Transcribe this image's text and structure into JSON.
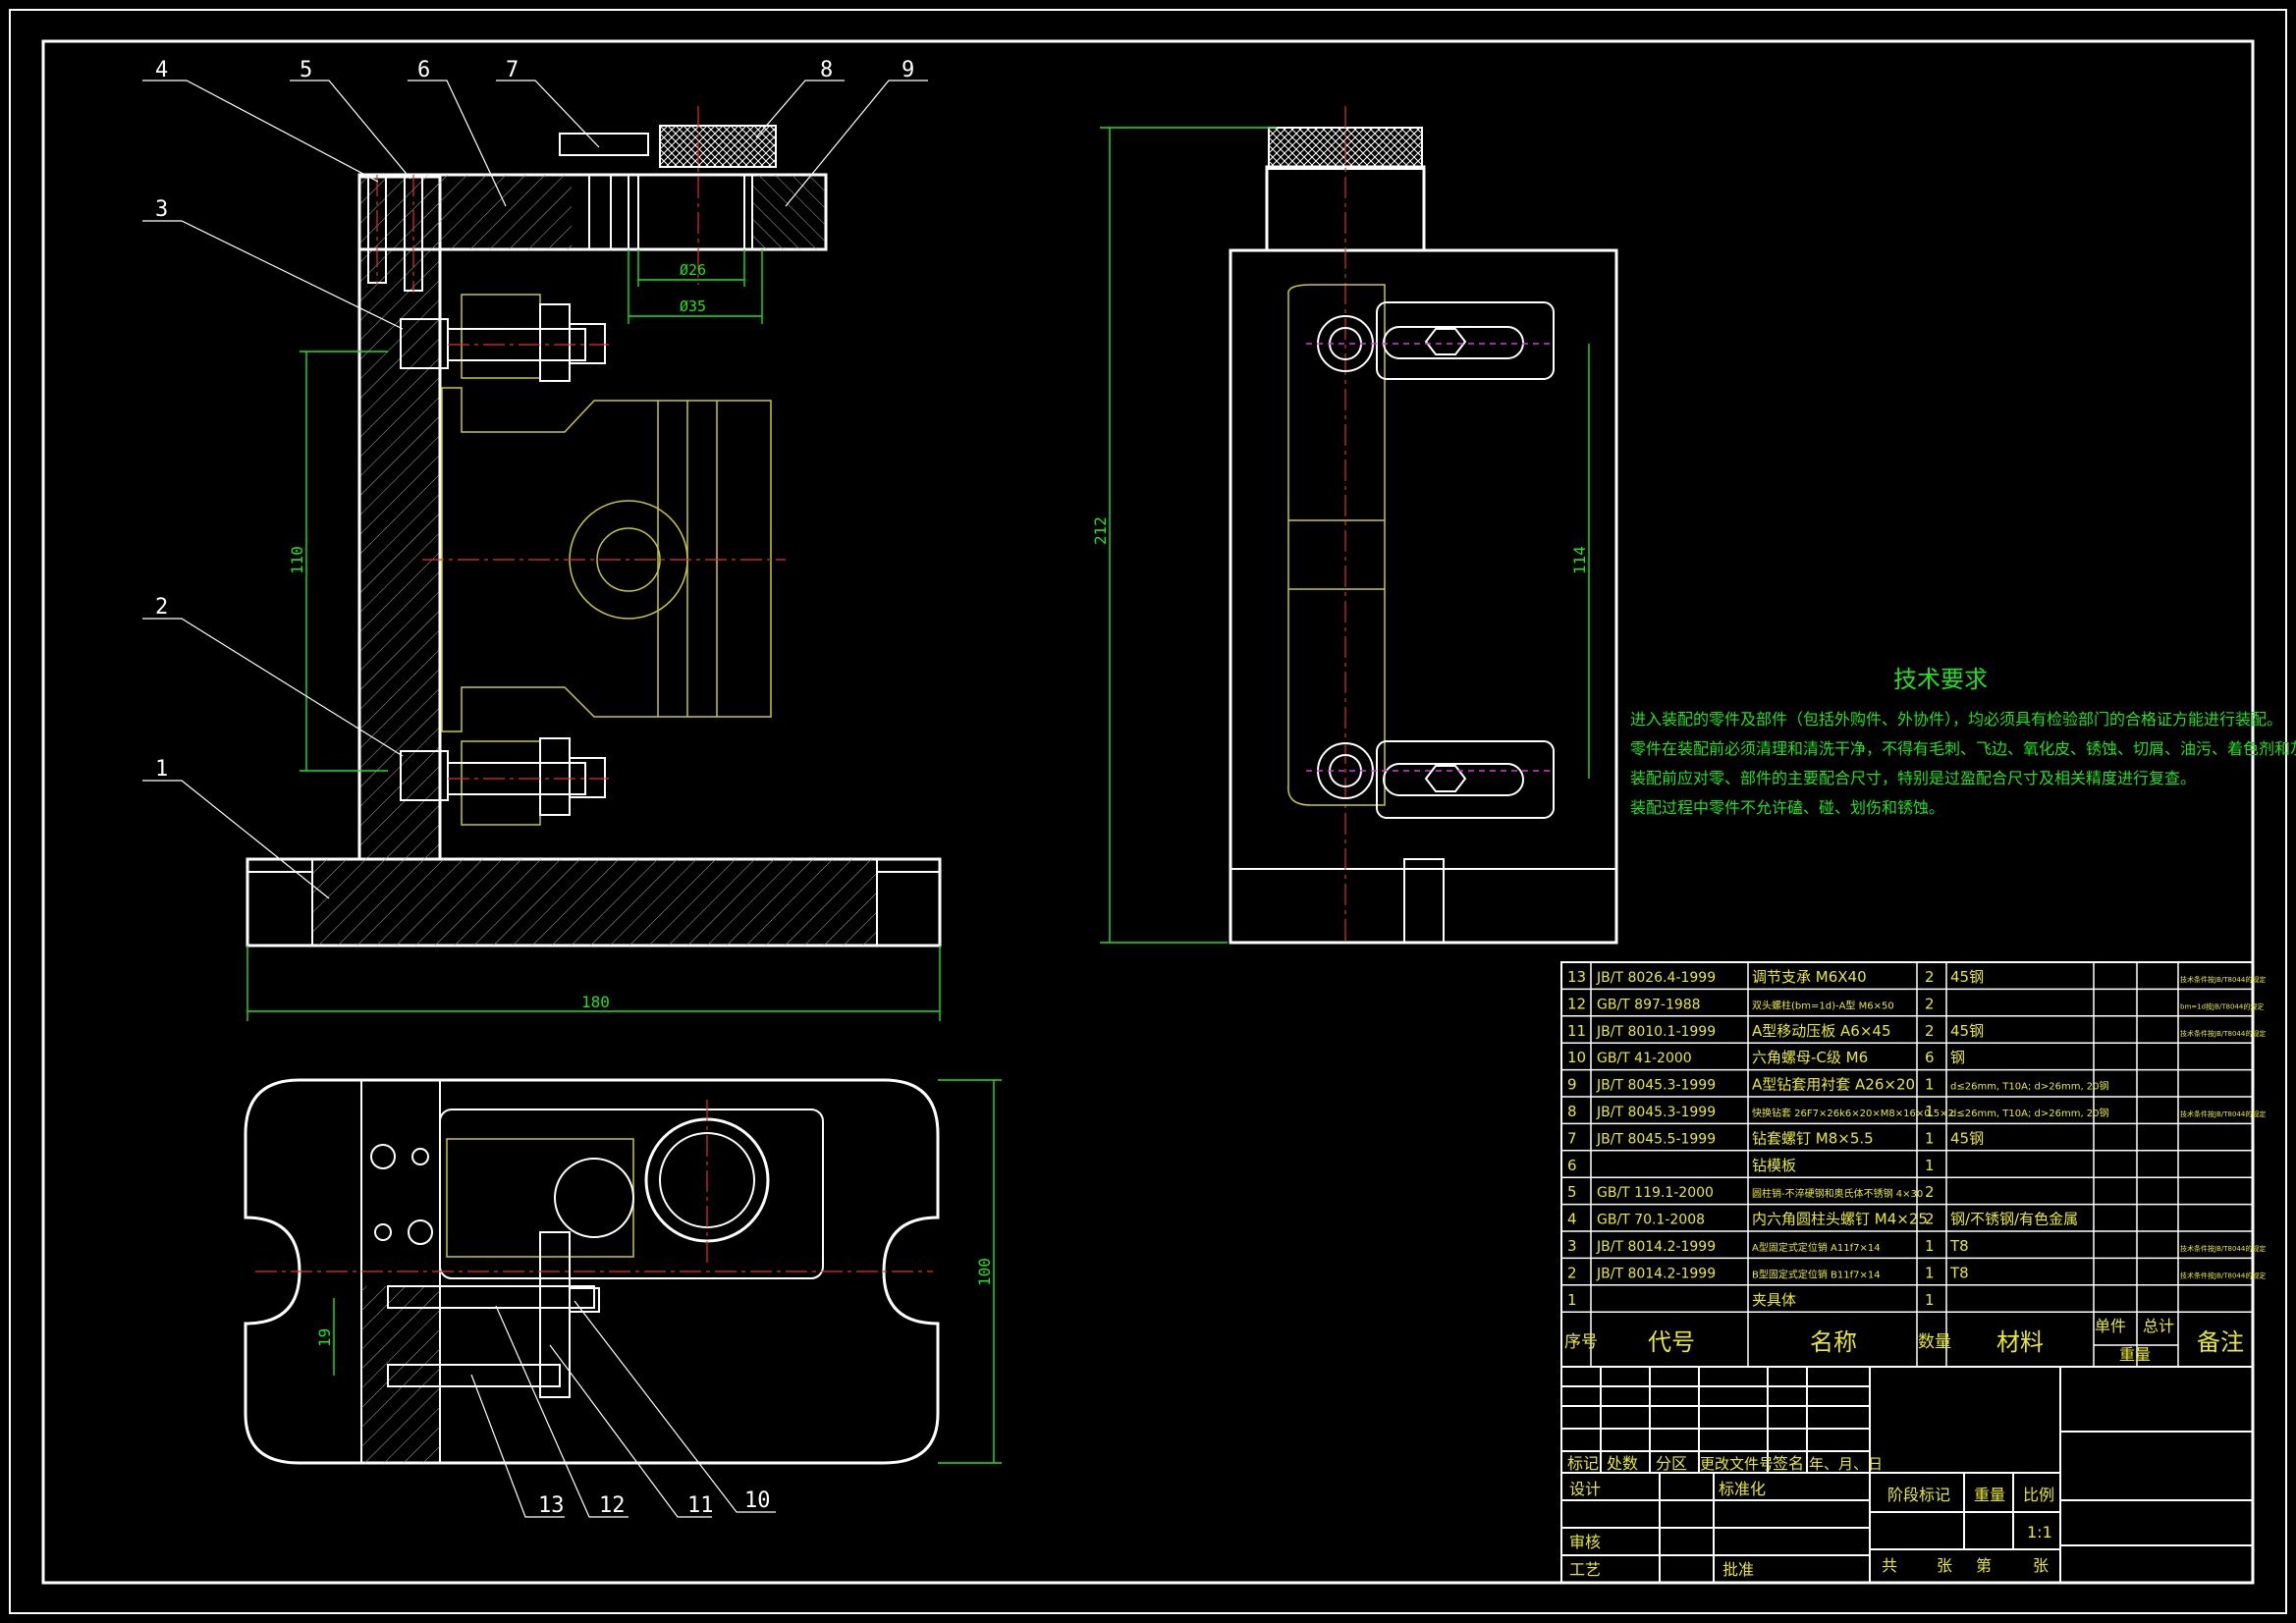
{
  "balloons": [
    "1",
    "2",
    "3",
    "4",
    "5",
    "6",
    "7",
    "8",
    "9",
    "10",
    "11",
    "12",
    "13"
  ],
  "dimensions": {
    "d26": "Ø26",
    "d35": "Ø35",
    "v110": "110",
    "h180": "180",
    "v212": "212",
    "v114": "114",
    "v100": "100",
    "v19": "19"
  },
  "tech": {
    "title": "技术要求",
    "lines": [
      "进入装配的零件及部件（包括外购件、外协件），均必须具有检验部门的合格证方能进行装配。",
      "零件在装配前必须清理和清洗干净，不得有毛刺、飞边、氧化皮、锈蚀、切屑、油污、着色剂和灰尘等。",
      "装配前应对零、部件的主要配合尺寸，特别是过盈配合尺寸及相关精度进行复查。",
      "装配过程中零件不允许磕、碰、划伤和锈蚀。"
    ]
  },
  "bom": {
    "rows": [
      {
        "no": "13",
        "code": "JB/T 8026.4-1999",
        "name": "调节支承 M6X40",
        "qty": "2",
        "mat": "45钢",
        "note": "技术条件按JB/T8044的规定"
      },
      {
        "no": "12",
        "code": "GB/T 897-1988",
        "name": "双头螺柱(bm=1d)-A型 M6×50",
        "qty": "2",
        "mat": "",
        "note": "bm=1d按JB/T8044的规定"
      },
      {
        "no": "11",
        "code": "JB/T 8010.1-1999",
        "name": "A型移动压板 A6×45",
        "qty": "2",
        "mat": "45钢",
        "note": "技术条件按JB/T8044的规定"
      },
      {
        "no": "10",
        "code": "GB/T 41-2000",
        "name": "六角螺母-C级 M6",
        "qty": "6",
        "mat": "钢",
        "note": ""
      },
      {
        "no": "9",
        "code": "JB/T 8045.3-1999",
        "name": "A型钻套用衬套 A26×20",
        "qty": "1",
        "mat": "d≤26mm, T10A; d>26mm, 20钢",
        "note": ""
      },
      {
        "no": "8",
        "code": "JB/T 8045.3-1999",
        "name": "快换钻套 26F7×26k6×20×M8×16×0.5×2",
        "qty": "1",
        "mat": "d≤26mm, T10A; d>26mm, 20钢",
        "note": "技术条件按JB/T8044的规定"
      },
      {
        "no": "7",
        "code": "JB/T 8045.5-1999",
        "name": "钻套螺钉 M8×5.5",
        "qty": "1",
        "mat": "45钢",
        "note": ""
      },
      {
        "no": "6",
        "code": "",
        "name": "钻模板",
        "qty": "1",
        "mat": "",
        "note": ""
      },
      {
        "no": "5",
        "code": "GB/T 119.1-2000",
        "name": "圆柱销-不淬硬钢和奥氏体不锈钢 4×30",
        "qty": "2",
        "mat": "",
        "note": ""
      },
      {
        "no": "4",
        "code": "GB/T 70.1-2008",
        "name": "内六角圆柱头螺钉 M4×25",
        "qty": "2",
        "mat": "钢/不锈钢/有色金属",
        "note": ""
      },
      {
        "no": "3",
        "code": "JB/T 8014.2-1999",
        "name": "A型固定式定位销 A11f7×14",
        "qty": "1",
        "mat": "T8",
        "note": "技术条件按JB/T8044的规定"
      },
      {
        "no": "2",
        "code": "JB/T 8014.2-1999",
        "name": "B型固定式定位销 B11f7×14",
        "qty": "1",
        "mat": "T8",
        "note": "技术条件按JB/T8044的规定"
      },
      {
        "no": "1",
        "code": "",
        "name": "夹具体",
        "qty": "1",
        "mat": "",
        "note": ""
      }
    ],
    "header": {
      "no": "序号",
      "code": "代号",
      "name": "名称",
      "qty": "数量",
      "mat": "材料",
      "single": "单件",
      "total": "总计",
      "weight": "重量",
      "note": "备注"
    }
  },
  "title_block": {
    "mark": "标记",
    "count": "处数",
    "zone": "分区",
    "docno": "更改文件号",
    "sign": "签名",
    "date": "年、月、日",
    "design": "设计",
    "standard": "标准化",
    "stage": "阶段标记",
    "weight": "重量",
    "scale": "比例",
    "scale_value": "1:1",
    "review": "审核",
    "process": "工艺",
    "approve": "批准",
    "total_sheets": "共",
    "sheets_unit": "张",
    "sheet_no": "第",
    "sheet_unit": "张"
  }
}
